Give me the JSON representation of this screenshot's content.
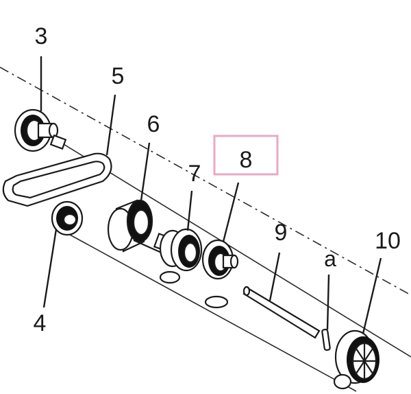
{
  "colors": {
    "line": "#1a1a1a",
    "part_fill": "#ffffff",
    "part_shade": "#d9d9d9",
    "dark": "#111111",
    "highlight_box": "#e8a9c4"
  },
  "labels": {
    "part_3": "3",
    "part_4": "4",
    "part_5": "5",
    "part_6": "6",
    "part_7": "7",
    "part_8": "8",
    "part_9": "9",
    "part_a": "a",
    "part_10": "10"
  },
  "highlighted_part": "8"
}
